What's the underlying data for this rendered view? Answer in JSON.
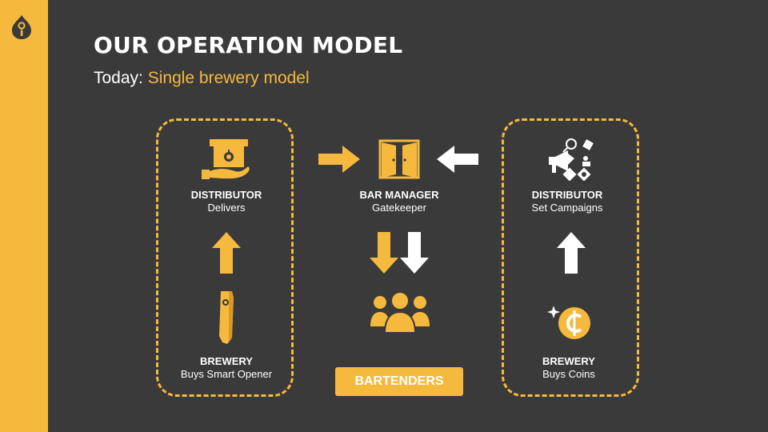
{
  "sidebar": {
    "logo_text": "OI"
  },
  "header": {
    "title": "OUR OPERATION MODEL",
    "subtitle_prefix": "Today:",
    "subtitle_accent": "Single brewery model"
  },
  "left_panel": {
    "top": {
      "role": "DISTRIBUTOR",
      "action": "Delivers"
    },
    "bottom": {
      "role": "BREWERY",
      "action": "Buys Smart Opener"
    }
  },
  "middle": {
    "top": {
      "role": "BAR MANAGER",
      "action": "Gatekeeper"
    },
    "bottom_label": "BARTENDERS"
  },
  "right_panel": {
    "top": {
      "role": "DISTRIBUTOR",
      "action": "Set Campaigns"
    },
    "bottom": {
      "role": "BREWERY",
      "action": "Buys Coins"
    }
  },
  "colors": {
    "accent": "#f5b93e",
    "background": "#3b3a3a",
    "text": "#ffffff"
  }
}
